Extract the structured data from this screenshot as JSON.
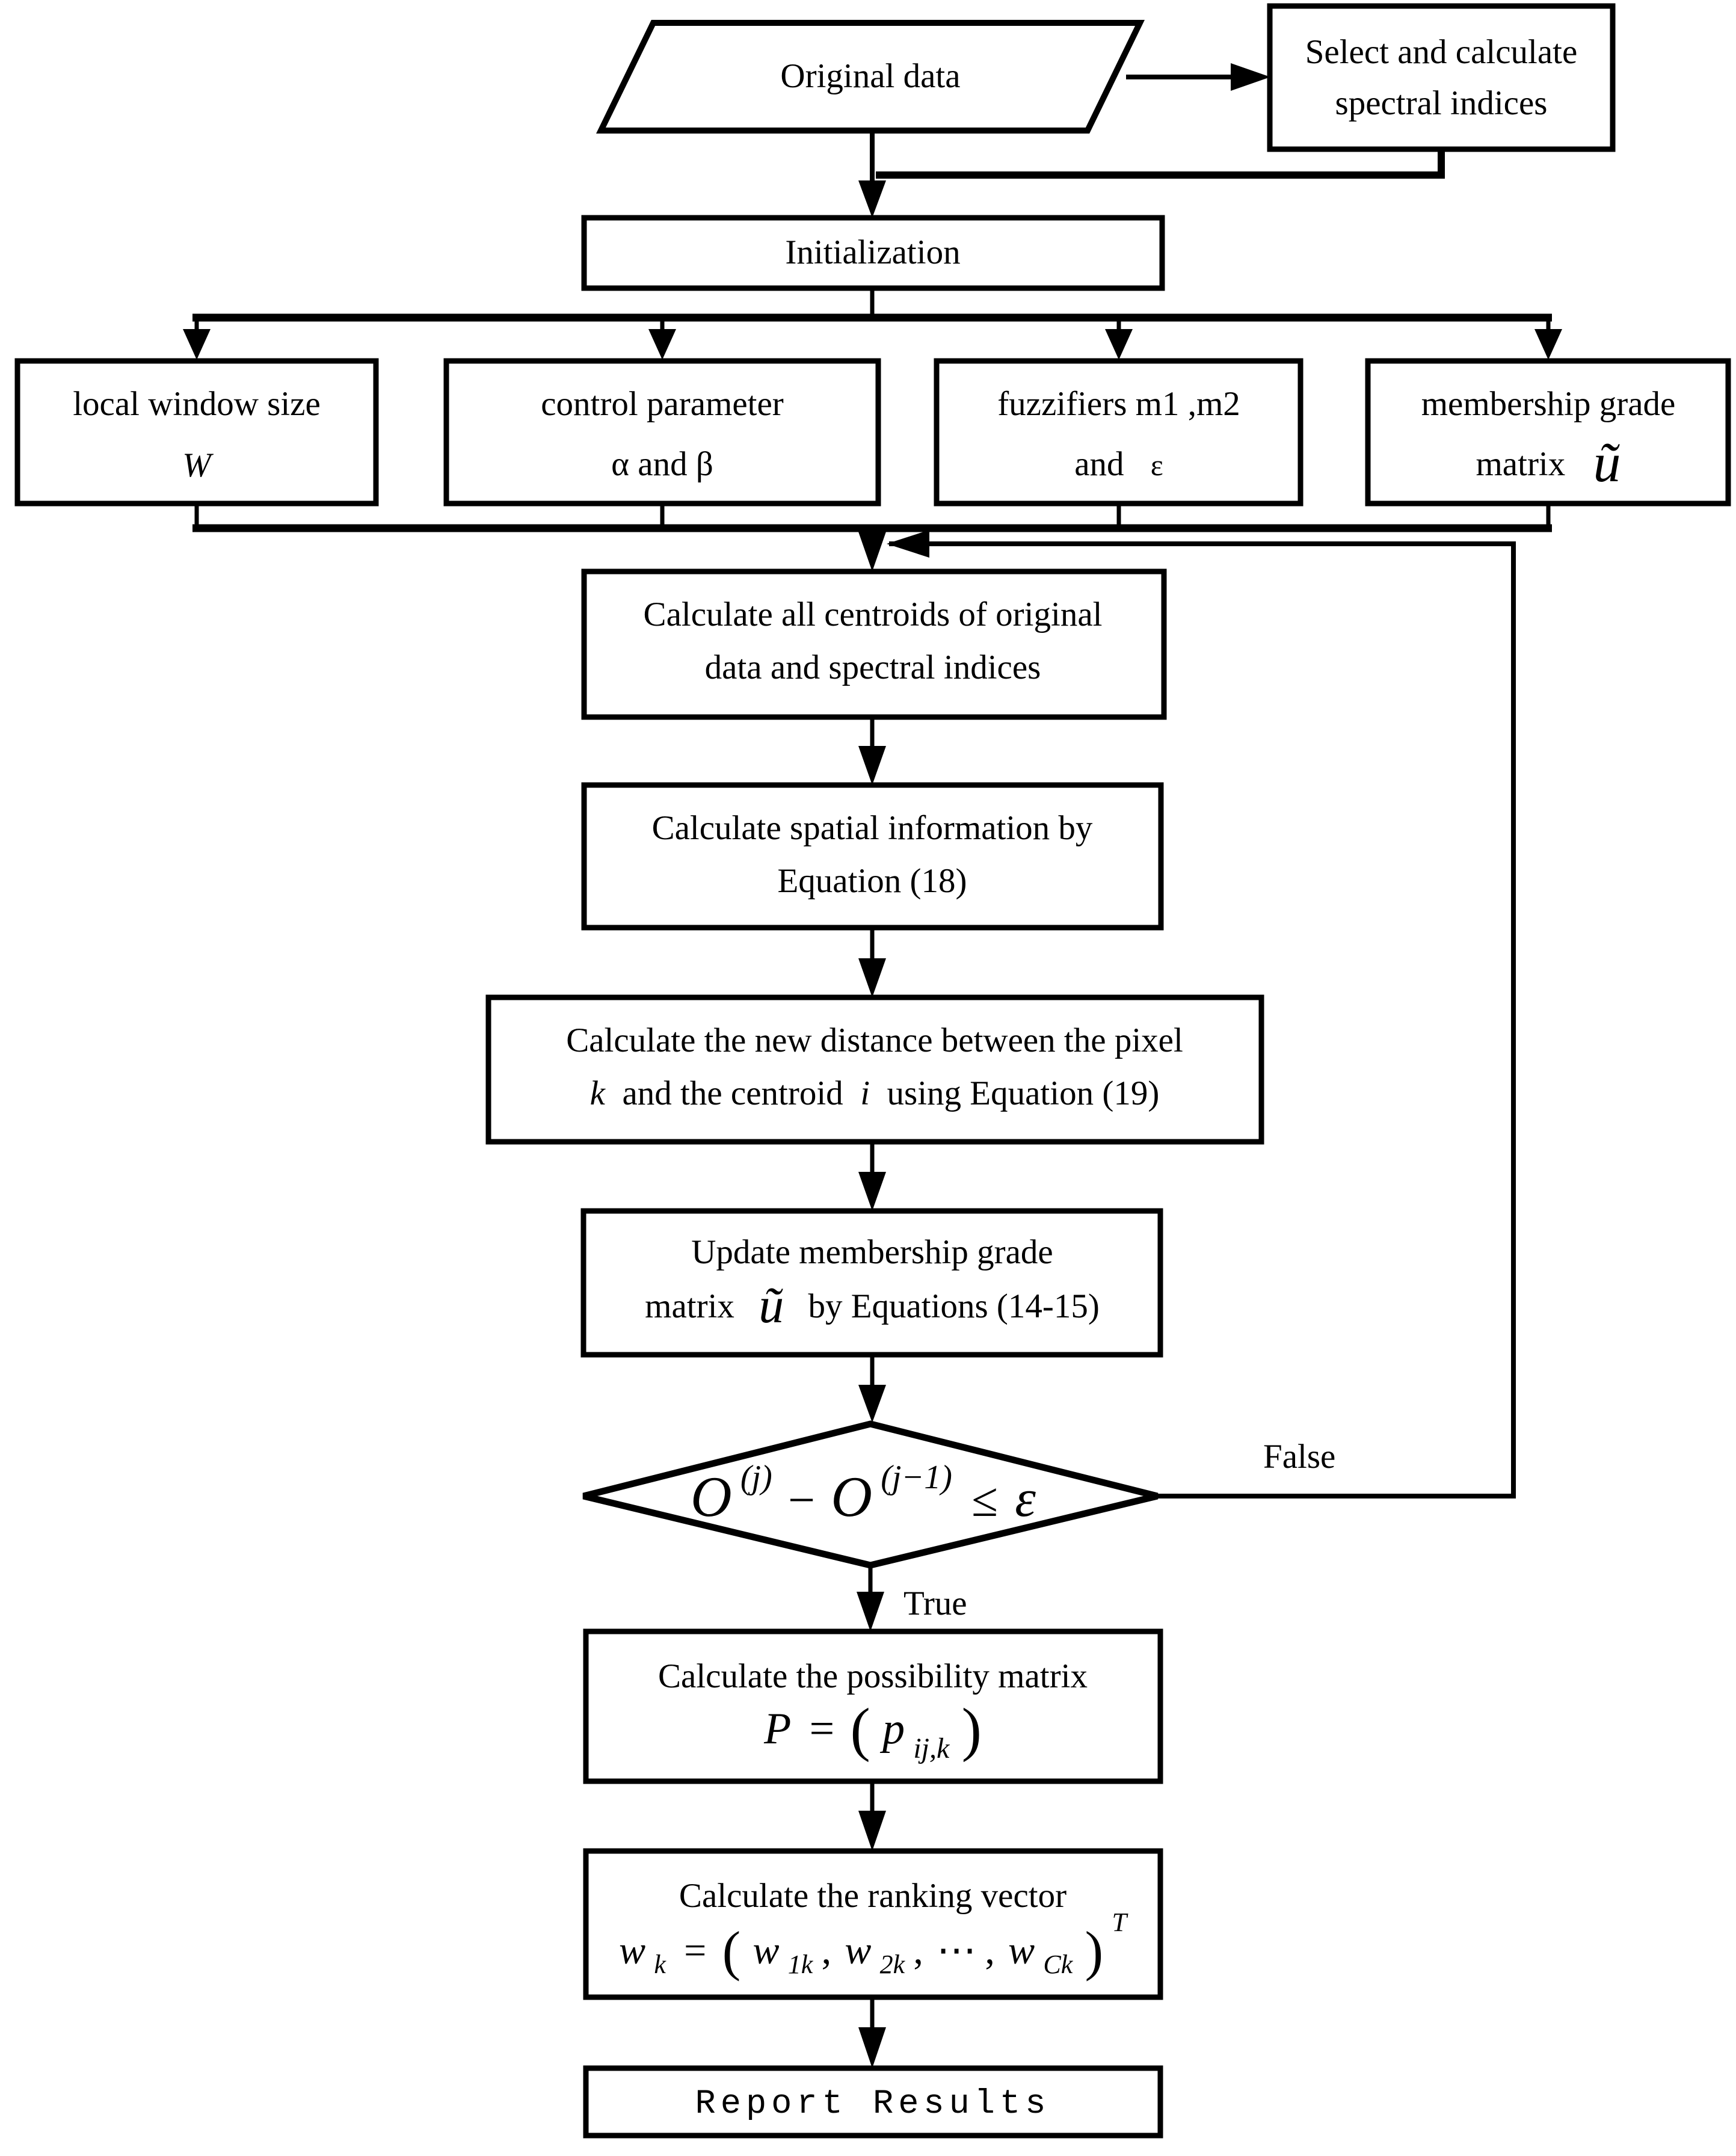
{
  "colors": {
    "ink": "#000000",
    "paper": "#ffffff"
  },
  "diagram": {
    "original_data": {
      "label": "Original data"
    },
    "select_indices": {
      "line1": "Select and calculate",
      "line2": "spectral indices"
    },
    "initialization": {
      "label": "Initialization"
    },
    "inputs": {
      "local_window": {
        "line1": "local window size",
        "symbol": "W"
      },
      "control_parameter": {
        "line1": "control parameter",
        "line2": "α and β"
      },
      "fuzzifiers": {
        "line1": "fuzzifiers m1 ,m2",
        "word": "and",
        "symbol": "ε"
      },
      "membership_grade": {
        "line1": "membership grade",
        "word": "matrix",
        "symbol": "ũ"
      }
    },
    "centroids": {
      "line1": "Calculate all centroids of original",
      "line2": "data and spectral indices"
    },
    "spatial": {
      "line1": "Calculate spatial information by",
      "line2": "Equation (18)"
    },
    "distance": {
      "line1": "Calculate the new distance between the pixel",
      "k": "k",
      "mid": " and the centroid ",
      "i": "i",
      "rest": " using Equation (19)"
    },
    "update": {
      "line1": "Update membership grade",
      "word": "matrix",
      "symbol": "ũ",
      "rest": "by Equations (14-15)"
    },
    "condition": {
      "o1": "O",
      "sup1": "(j)",
      "minus": "−",
      "o2": "O",
      "sup2": "(j−1)",
      "leq": "≤",
      "epsilon": "ε"
    },
    "branch": {
      "false_label": "False",
      "true_label": "True"
    },
    "possibility": {
      "line1": "Calculate the possibility matrix",
      "p": "P",
      "eq": "=",
      "lp": "(",
      "psub": "p",
      "sub": "ij,k",
      "rp": ")"
    },
    "ranking": {
      "line1": "Calculate the ranking vector",
      "w": "w",
      "wsub": "k",
      "eq": "=",
      "lp": "(",
      "w1": "w",
      "s1": "1k",
      "c1": ",",
      "w2": "w",
      "s2": "2k",
      "c2": ",",
      "dots": "⋯",
      "c3": ",",
      "w3": "w",
      "s3": "Ck",
      "rp": ")",
      "sup": "T"
    },
    "report": {
      "label": "Report Results"
    }
  }
}
